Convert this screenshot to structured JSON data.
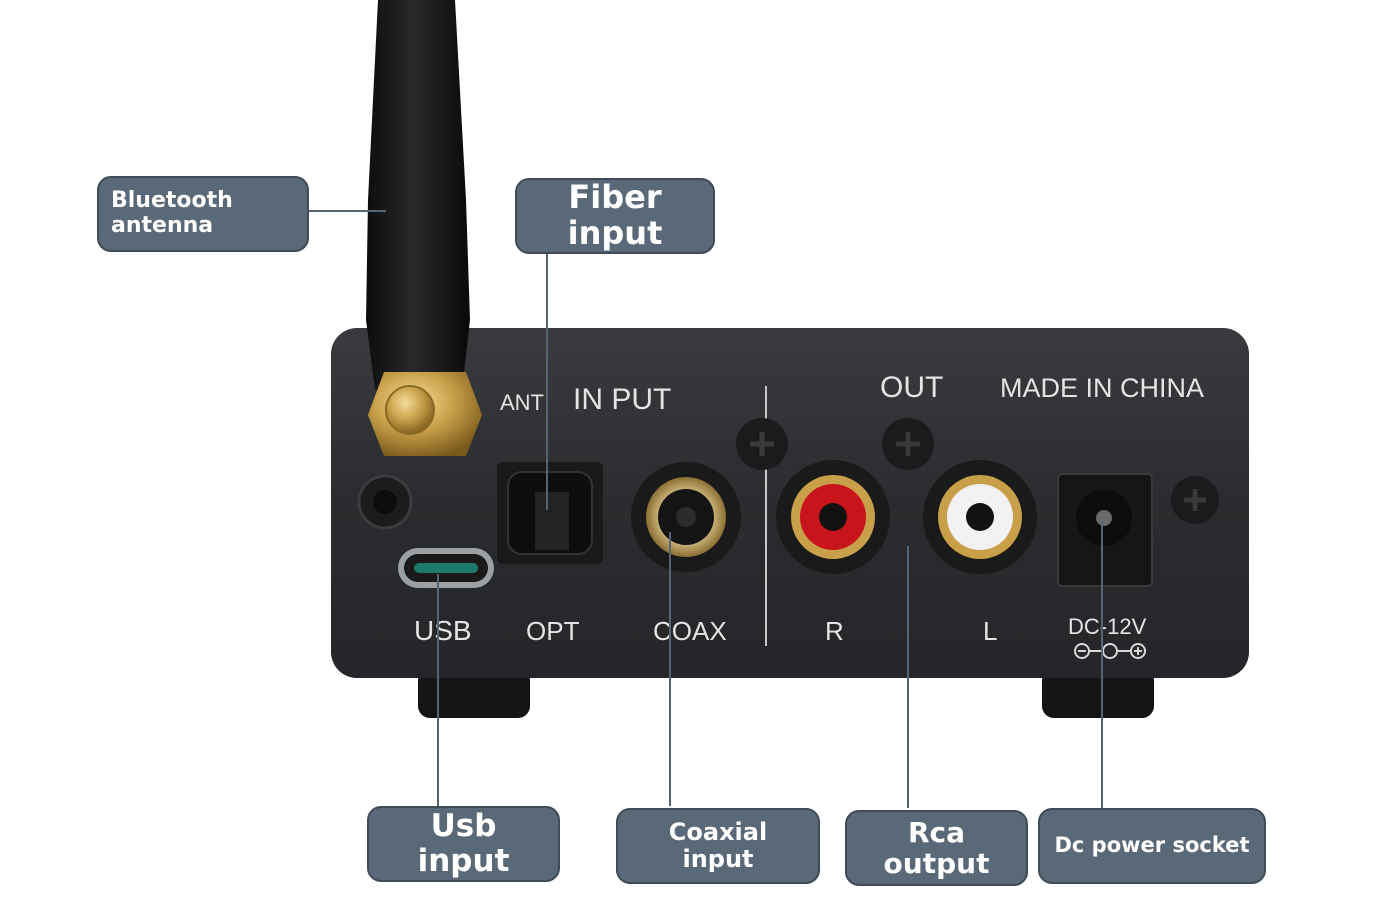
{
  "callouts": {
    "bluetooth_antenna": "Bluetooth\nantenna",
    "fiber_input": "Fiber input",
    "usb_input": "Usb input",
    "coaxial_input": "Coaxial input",
    "rca_output": "Rca output",
    "dc_power_socket": "Dc power socket"
  },
  "panel": {
    "ant": "ANT",
    "input": "IN PUT",
    "out": "OUT",
    "made_in": "MADE IN CHINA",
    "usb": "USB",
    "opt": "OPT",
    "coax": "COAX",
    "r": "R",
    "l": "L",
    "dc": "DC-12V"
  },
  "colors": {
    "callout_bg": "#5a6977",
    "panel": "#2b2c2f",
    "rca_right": "#c8141b",
    "rca_left": "#f2f2f2",
    "gold": "#c9a04a"
  }
}
